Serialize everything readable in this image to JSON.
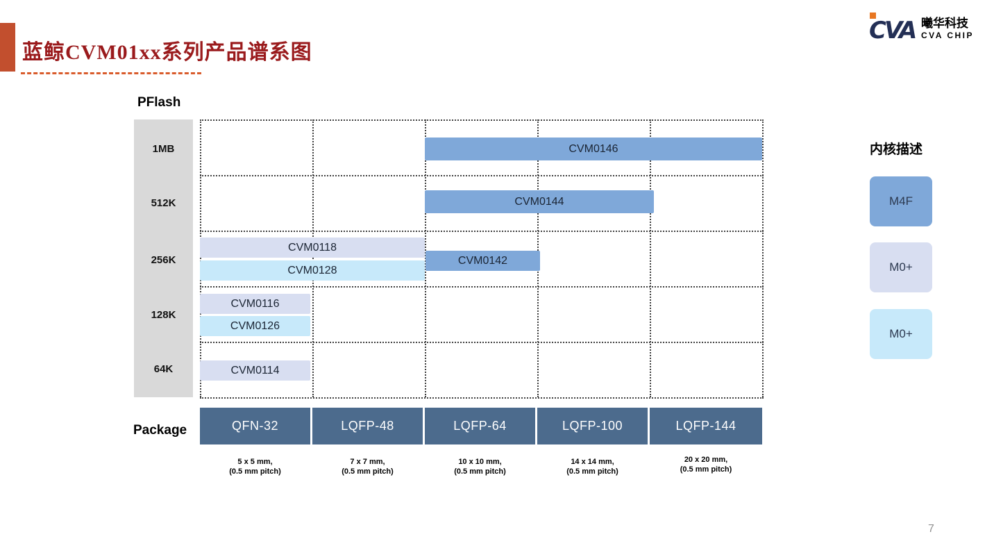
{
  "header": {
    "title": "蓝鲸CVM01xx系列产品谱系图",
    "logo": {
      "mark": "CVA",
      "brand_cn": "曦华科技",
      "brand_en": "CVA CHIP"
    }
  },
  "chart": {
    "y_axis_title": "PFlash",
    "x_axis_title": "Package",
    "flash_levels": [
      "1MB",
      "512K",
      "256K",
      "128K",
      "64K"
    ],
    "packages": [
      {
        "name": "QFN-32",
        "size": "5 x 5 mm,",
        "pitch": "(0.5 mm pitch)"
      },
      {
        "name": "LQFP-48",
        "size": "7 x 7 mm,",
        "pitch": "(0.5 mm pitch)"
      },
      {
        "name": "LQFP-64",
        "size": "10 x 10 mm,",
        "pitch": "(0.5 mm pitch)"
      },
      {
        "name": "LQFP-100",
        "size": "14 x 14 mm,",
        "pitch": "(0.5 mm pitch)"
      },
      {
        "name": "LQFP-144",
        "size": "20 x 20 mm,",
        "pitch": "(0.5 mm pitch)"
      }
    ],
    "products": [
      {
        "name": "CVM0146",
        "core": "M4F",
        "flash": "1MB",
        "package_span": "LQFP-64 to LQFP-144"
      },
      {
        "name": "CVM0144",
        "core": "M4F",
        "flash": "512K",
        "package_span": "LQFP-64 to LQFP-100"
      },
      {
        "name": "CVM0118",
        "core": "M0+",
        "flash": "256K",
        "package_span": "QFN-32 to LQFP-48"
      },
      {
        "name": "CVM0128",
        "core": "M0+",
        "flash": "256K",
        "package_span": "QFN-32 to LQFP-48"
      },
      {
        "name": "CVM0142",
        "core": "M4F",
        "flash": "256K",
        "package_span": "LQFP-64"
      },
      {
        "name": "CVM0116",
        "core": "M0+",
        "flash": "128K",
        "package_span": "QFN-32"
      },
      {
        "name": "CVM0126",
        "core": "M0+",
        "flash": "128K",
        "package_span": "QFN-32"
      },
      {
        "name": "CVM0114",
        "core": "M0+",
        "flash": "64K",
        "package_span": "QFN-32"
      }
    ]
  },
  "legend": {
    "title": "内核描述",
    "items": [
      {
        "label": "M4F",
        "color": "#7FA8D9"
      },
      {
        "label": "M0+",
        "color": "#D8DEF1"
      },
      {
        "label": "M0+",
        "color": "#C7E9FA"
      }
    ]
  },
  "footer": {
    "page_number": "7"
  },
  "colors": {
    "title_text": "#9A1A1C",
    "accent_bar": "#C24F2E",
    "core_m4f": "#7FA8D9",
    "core_m0_plus_a": "#D8DEF1",
    "core_m0_plus_b": "#C7E9FA",
    "package_header": "#4C6B8D",
    "flash_axis_band": "#D9D9D9"
  }
}
